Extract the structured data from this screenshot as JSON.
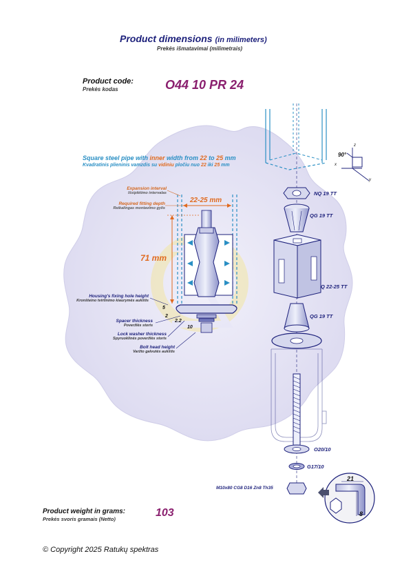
{
  "header": {
    "title_main": "Product dimensions",
    "title_sub": "(in milimeters)",
    "title_lt": "Prekės išmatavimai (milimetrais)"
  },
  "product": {
    "code_label": "Product code:",
    "code_label_lt": "Prekės kodas",
    "code_value": "O44 10 PR 24"
  },
  "pipe_note": {
    "en_1": "Square steel pipe with ",
    "en_inner": "inner",
    "en_2": " width from ",
    "en_min": "22",
    "en_to": " to ",
    "en_max": "25",
    "en_unit": " mm",
    "lt_1": "Kvadratinis plieninis vamzdis su ",
    "lt_inner": "vidiniu",
    "lt_2": " pločiu nuo ",
    "lt_min": "22",
    "lt_iki": " iki ",
    "lt_max": "25",
    "lt_unit": " mm"
  },
  "dims": {
    "range": "22-25 mm",
    "depth": "71 mm",
    "hole_h": "5",
    "spacer": "2",
    "washer": "2.2",
    "bolt": "10",
    "angle": "90°",
    "key_size": "21",
    "key_depth": "8",
    "axis_x": "x",
    "axis_y": "y",
    "axis_z": "z"
  },
  "labels": {
    "expansion": "Expansion interval",
    "expansion_lt": "Išsiplėtimo intervalas",
    "depth": "Required fitting depth",
    "depth_lt": "Reikalingas montavimo gylis",
    "housing": "Housing's fixing hole height",
    "housing_lt": "Kronšteino tvirtinimo kiaurymės aukštis",
    "spacer": "Spacer thickness",
    "spacer_lt": "Poveržlės storis",
    "lockwasher": "Lock washer thickness",
    "lockwasher_lt": "Spyruoklinės poveržlės storis",
    "bolthead": "Bolt head height",
    "bolthead_lt": "Varžto galvutės aukštis"
  },
  "parts": {
    "nut": "NQ 19 TT",
    "cone_top": "QG 19 TT",
    "body": "Q 22-25 TT",
    "cone_bottom": "QG 19 TT",
    "washer": "O20/10",
    "lockwasher": "G17/10",
    "bolt": "M10x80 CG8 D16 Zn8 Th35"
  },
  "weight": {
    "label": "Product weight in grams:",
    "label_lt": "Prekės svoris gramais (Netto)",
    "value": "103"
  },
  "footer": {
    "copyright": "© Copyright 2025 Ratukų spektras"
  },
  "colors": {
    "navy": "#1b1f7a",
    "purple": "#8a1f6e",
    "orange": "#e06a1f",
    "teal": "#2a8fc4",
    "gear_bg": "#e9e8f5"
  }
}
